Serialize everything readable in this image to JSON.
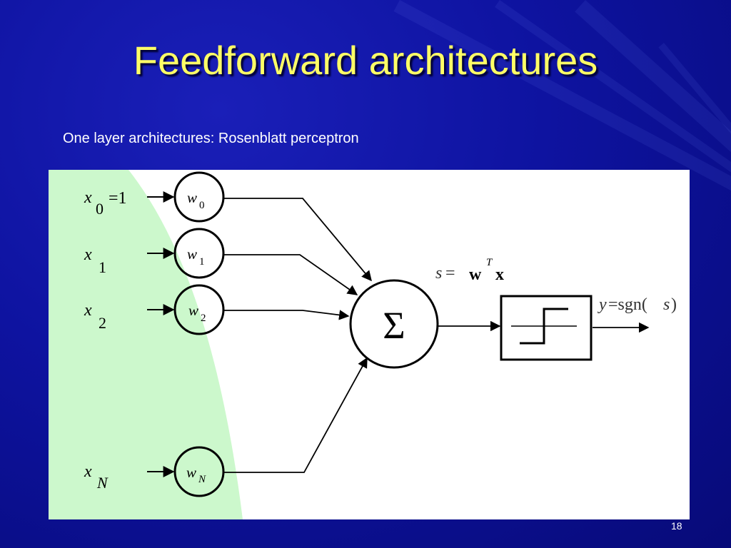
{
  "slide": {
    "title": "Feedforward architectures",
    "subtitle": "One layer architectures: Rosenblatt perceptron",
    "page_number": "18"
  },
  "diagram": {
    "inputs": [
      {
        "var": "x",
        "sub": "0",
        "suffix": "=1"
      },
      {
        "var": "x",
        "sub": "1",
        "suffix": ""
      },
      {
        "var": "x",
        "sub": "2",
        "suffix": ""
      },
      {
        "var": "x",
        "sub": "N",
        "suffix": ""
      }
    ],
    "weights": [
      {
        "var": "w",
        "sub": "0"
      },
      {
        "var": "w",
        "sub": "1"
      },
      {
        "var": "w",
        "sub": "2"
      },
      {
        "var": "w",
        "sub": "N"
      }
    ],
    "summation_symbol": "Σ",
    "sum_equation": {
      "lhs": "s",
      "eq": "=",
      "w": "w",
      "T": "T",
      "x": "x"
    },
    "output_equation": {
      "y": "y",
      "eq": "=sgn(",
      "s": "s",
      "close": ")"
    },
    "colors": {
      "input_region": "#ccf8cc",
      "slide_background": "#0e13a0",
      "title": "#ffff66"
    }
  }
}
